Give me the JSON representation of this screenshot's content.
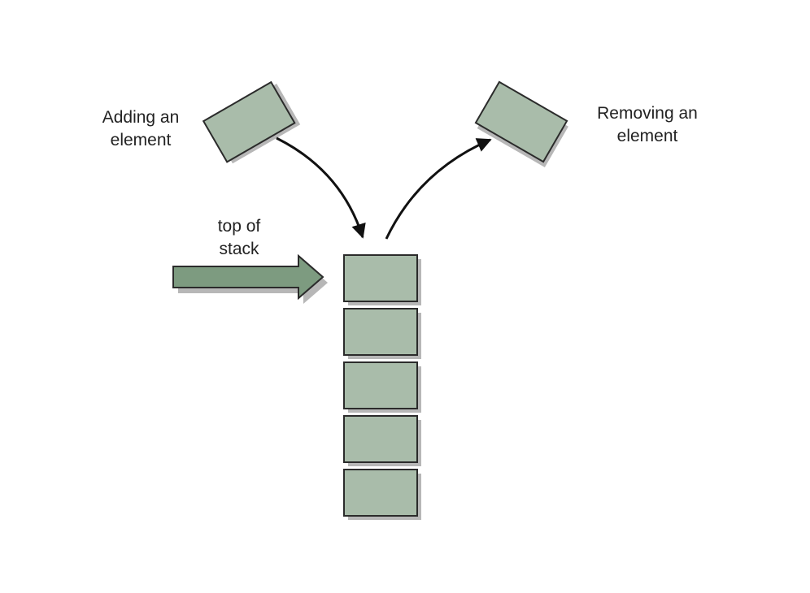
{
  "labels": {
    "adding_line1": "Adding an",
    "adding_line2": "element",
    "removing_line1": "Removing an",
    "removing_line2": "element",
    "top_line1": "top of",
    "top_line2": "stack"
  },
  "stack": {
    "element_count": 5
  },
  "colors": {
    "box_fill": "#a9bcaa",
    "box_stroke": "#2b2b2b",
    "shadow": "#b7b7b7",
    "pointer_fill": "#7d9b80",
    "arrow": "#111111",
    "text": "#222222"
  }
}
